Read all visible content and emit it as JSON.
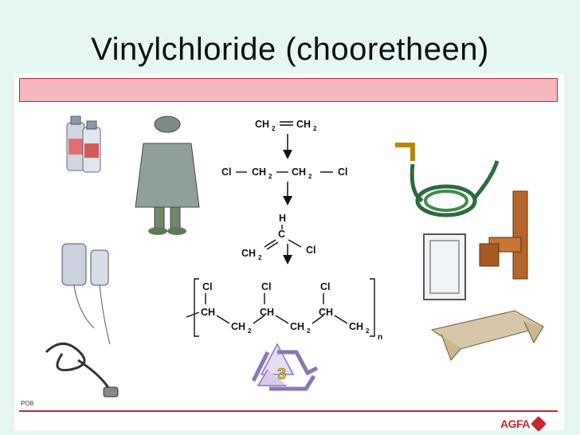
{
  "slide": {
    "title": "Vinylchloride  (chooretheen)",
    "footer_code": "PO8",
    "logo_text": "AGFA",
    "recycle_number": "3"
  },
  "chem": {
    "s1_left": "CH",
    "s1_left_sub": "2",
    "s1_right": "CH",
    "s1_right_sub": "2",
    "s2_cl_left": "Cl",
    "s2_ch_a": "CH",
    "s2_ch_a_sub": "2",
    "s2_ch_b": "CH",
    "s2_ch_b_sub": "2",
    "s2_cl_right": "Cl",
    "s3_h": "H",
    "s3_c": "C",
    "s3_ch": "CH",
    "s3_ch_sub": "2",
    "s3_cl": "Cl",
    "p_cl": "Cl",
    "p_ch": "CH",
    "p_ch2": "CH",
    "p_sub": "2",
    "p_n": "n"
  },
  "colors": {
    "accent_red": "#c4262e",
    "pink_bar": "#f5b8bf",
    "background": "#e6f7f3"
  }
}
